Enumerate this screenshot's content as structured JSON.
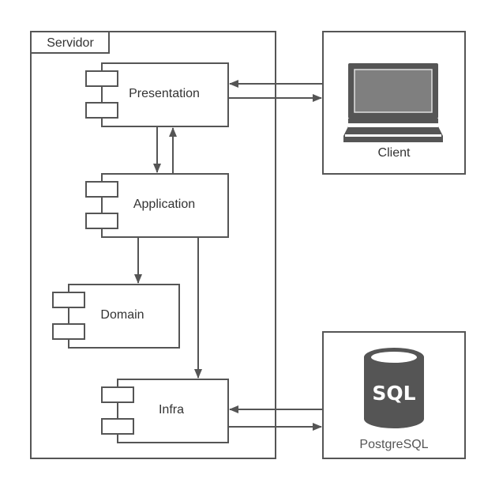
{
  "server": {
    "label": "Servidor"
  },
  "components": {
    "presentation": "Presentation",
    "application": "Application",
    "domain": "Domain",
    "infra": "Infra"
  },
  "client": {
    "label": "Client",
    "icon": "laptop-icon"
  },
  "database": {
    "label": "PostgreSQL",
    "icon_text": "SQL",
    "icon": "database-icon"
  },
  "colors": {
    "stroke": "#555555",
    "text": "#333333",
    "fill": "#ffffff"
  }
}
